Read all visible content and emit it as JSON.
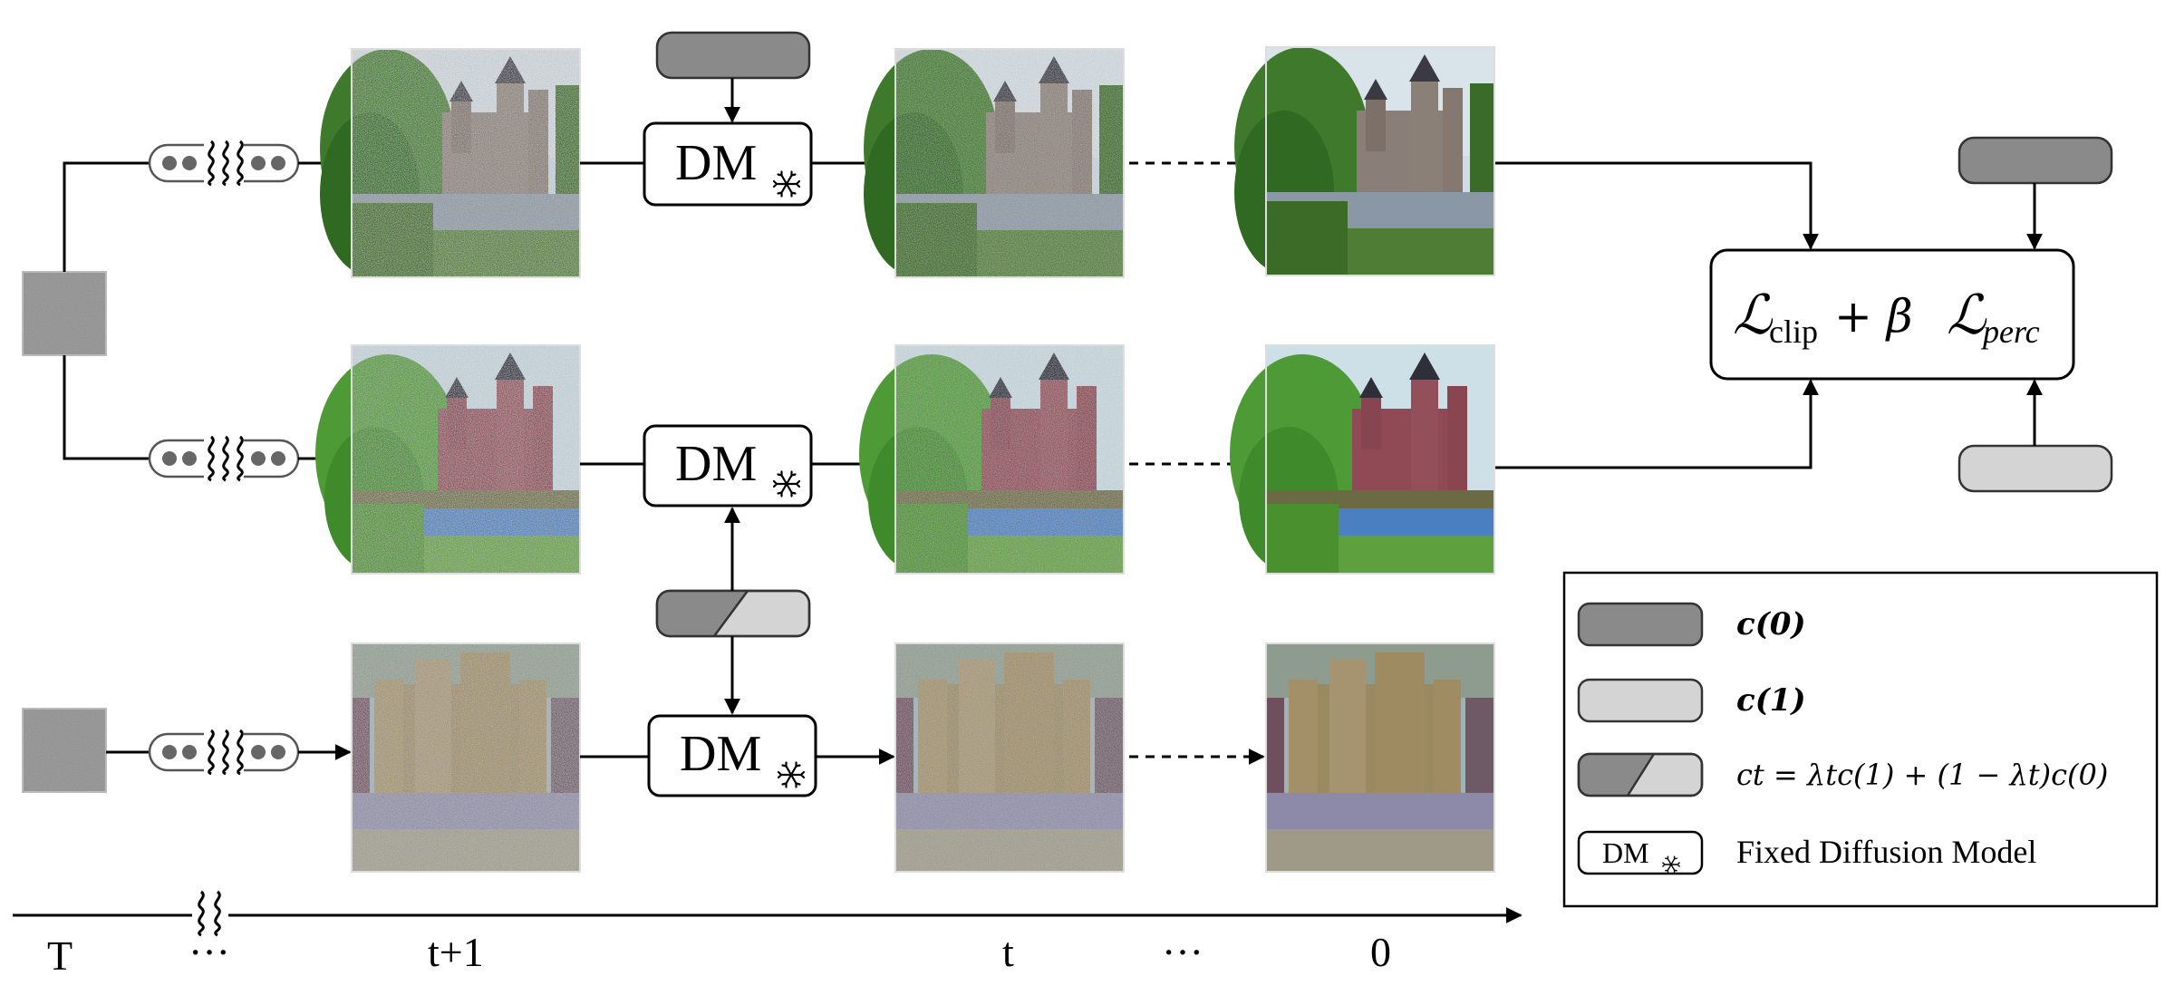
{
  "diagram": {
    "model_label": "DM",
    "loss_formula": {
      "clip_symbol": "ℒ",
      "clip_sub": "clip",
      "plus_beta": "+ β",
      "perc_symbol": "ℒ",
      "perc_sub": "perc"
    },
    "timeline": {
      "T": "T",
      "dots_left": "···",
      "t_plus_1": "t+1",
      "t": "t",
      "dots_right": "···",
      "zero": "0"
    },
    "legend": {
      "c0_label": "c(0)",
      "c1_label": "c(1)",
      "ct_label": "ct = λtc(1) + (1 − λt)c(0)",
      "model_desc": "Fixed Diffusion Model"
    },
    "colors": {
      "dark_condition": "#8a8a8a",
      "light_condition": "#d4d4d4",
      "noise_box": "#8f8f8f",
      "line": "#000000"
    },
    "icons": [
      "snowflake-icon",
      "timestep-skip-icon",
      "noise-square"
    ]
  }
}
